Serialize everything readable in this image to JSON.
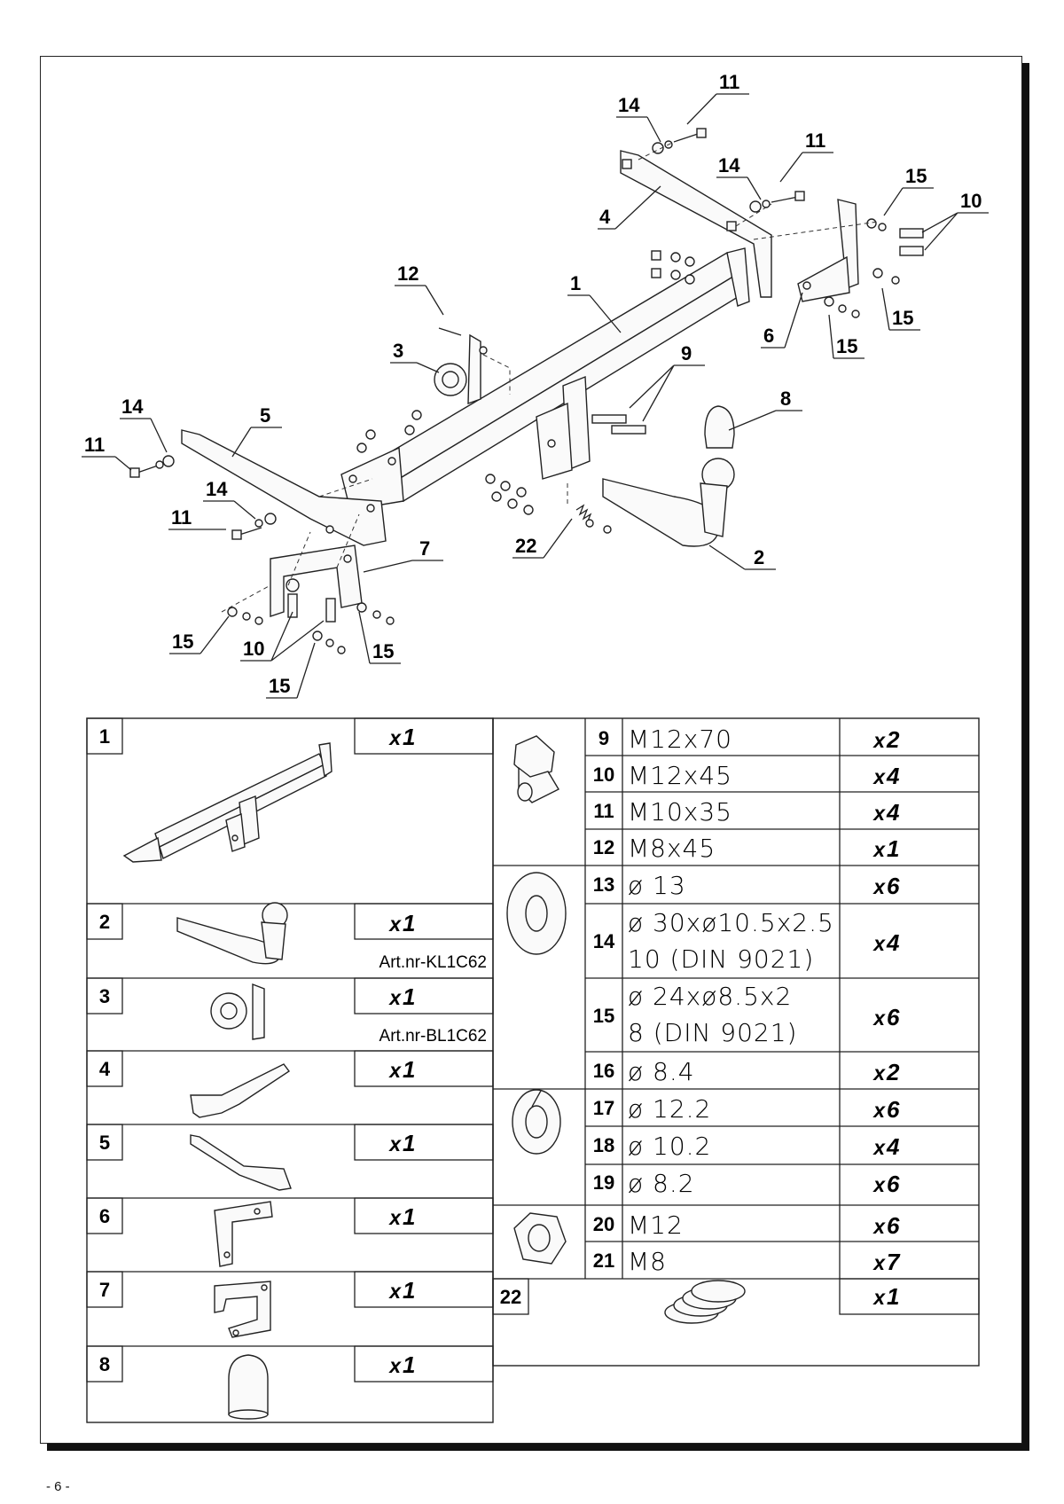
{
  "page_number": "- 6 -",
  "diagram": {
    "callouts": [
      {
        "label": "11"
      },
      {
        "label": "14"
      },
      {
        "label": "11"
      },
      {
        "label": "14"
      },
      {
        "label": "15"
      },
      {
        "label": "10"
      },
      {
        "label": "4"
      },
      {
        "label": "1"
      },
      {
        "label": "12"
      },
      {
        "label": "3"
      },
      {
        "label": "6"
      },
      {
        "label": "15"
      },
      {
        "label": "15"
      },
      {
        "label": "9"
      },
      {
        "label": "8"
      },
      {
        "label": "14"
      },
      {
        "label": "5"
      },
      {
        "label": "11"
      },
      {
        "label": "14"
      },
      {
        "label": "11"
      },
      {
        "label": "22"
      },
      {
        "label": "2"
      },
      {
        "label": "7"
      },
      {
        "label": "15"
      },
      {
        "label": "10"
      },
      {
        "label": "15"
      },
      {
        "label": "15"
      }
    ]
  },
  "parts_left": [
    {
      "num": "1",
      "x": "x",
      "qty": "1",
      "art": ""
    },
    {
      "num": "2",
      "x": "x",
      "qty": "1",
      "art": "Art.nr-KL1C62"
    },
    {
      "num": "3",
      "x": "x",
      "qty": "1",
      "art": "Art.nr-BL1C62"
    },
    {
      "num": "4",
      "x": "x",
      "qty": "1",
      "art": ""
    },
    {
      "num": "5",
      "x": "x",
      "qty": "1",
      "art": ""
    },
    {
      "num": "6",
      "x": "x",
      "qty": "1",
      "art": ""
    },
    {
      "num": "7",
      "x": "x",
      "qty": "1",
      "art": ""
    },
    {
      "num": "8",
      "x": "x",
      "qty": "1",
      "art": ""
    }
  ],
  "parts_right": [
    {
      "num": "9",
      "spec": "M12x70",
      "x": "x",
      "qty": "2"
    },
    {
      "num": "10",
      "spec": "M12x45",
      "x": "x",
      "qty": "4"
    },
    {
      "num": "11",
      "spec": "M10x35",
      "x": "x",
      "qty": "4"
    },
    {
      "num": "12",
      "spec": "M8x45",
      "x": "x",
      "qty": "1"
    },
    {
      "num": "13",
      "spec": "ø 13",
      "x": "x",
      "qty": "6"
    },
    {
      "num": "14",
      "spec": "ø 30xø10.5x2.5",
      "spec2": "10   (DIN 9021)",
      "x": "x",
      "qty": "4"
    },
    {
      "num": "15",
      "spec": "ø 24xø8.5x2",
      "spec2": "8    (DIN 9021)",
      "x": "x",
      "qty": "6"
    },
    {
      "num": "16",
      "spec": "ø 8.4",
      "x": "x",
      "qty": "2"
    },
    {
      "num": "17",
      "spec": "ø 12.2",
      "x": "x",
      "qty": "6"
    },
    {
      "num": "18",
      "spec": "ø 10.2",
      "x": "x",
      "qty": "4"
    },
    {
      "num": "19",
      "spec": "ø 8.2",
      "x": "x",
      "qty": "6"
    },
    {
      "num": "20",
      "spec": "M12",
      "x": "x",
      "qty": "6"
    },
    {
      "num": "21",
      "spec": "M8",
      "x": "x",
      "qty": "7"
    },
    {
      "num": "22",
      "spec": "",
      "x": "x",
      "qty": "1"
    }
  ]
}
